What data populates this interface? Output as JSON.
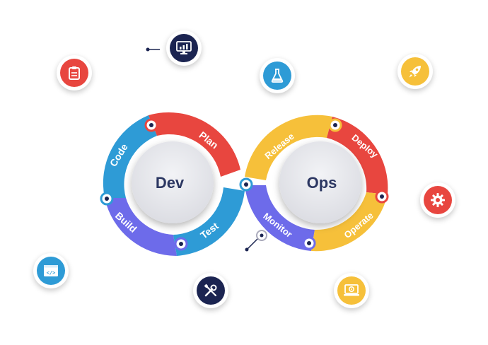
{
  "hubs": {
    "dev": "Dev",
    "ops": "Ops"
  },
  "stages": {
    "code": "Code",
    "plan": "Plan",
    "build": "Build",
    "test": "Test",
    "release": "Release",
    "deploy": "Deploy",
    "monitor": "Monitor",
    "operate": "Operate"
  },
  "colors": {
    "blue": "#2e9bd6",
    "red": "#e8463f",
    "purple": "#6d6bea",
    "yellow": "#f6c03a",
    "navy": "#1b2451",
    "hub": "#e9eaee",
    "hub_text": "#2c3762"
  },
  "icons": [
    "clipboard-icon",
    "monitor-chart-icon",
    "flask-icon",
    "rocket-icon",
    "gear-icon",
    "code-window-icon",
    "tools-icon",
    "laptop-gear-icon"
  ]
}
